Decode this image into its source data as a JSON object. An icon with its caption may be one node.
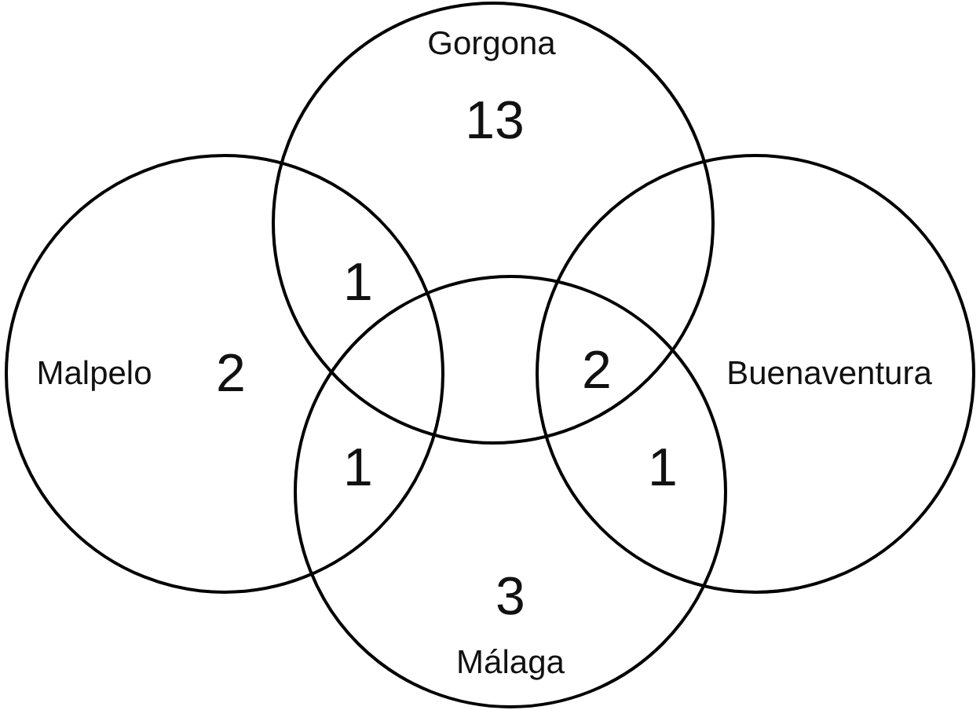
{
  "diagram": {
    "nodes": [
      {
        "text": [
          "Gorgona",
          "13"
        ]
      },
      {
        "text": [
          "Malpelo",
          "2"
        ]
      },
      {
        "text": [
          "Buenaventura"
        ]
      },
      {
        "text": [
          "3",
          "Málaga"
        ]
      }
    ],
    "labels": [
      "1",
      "2",
      "1",
      "1"
    ]
  }
}
